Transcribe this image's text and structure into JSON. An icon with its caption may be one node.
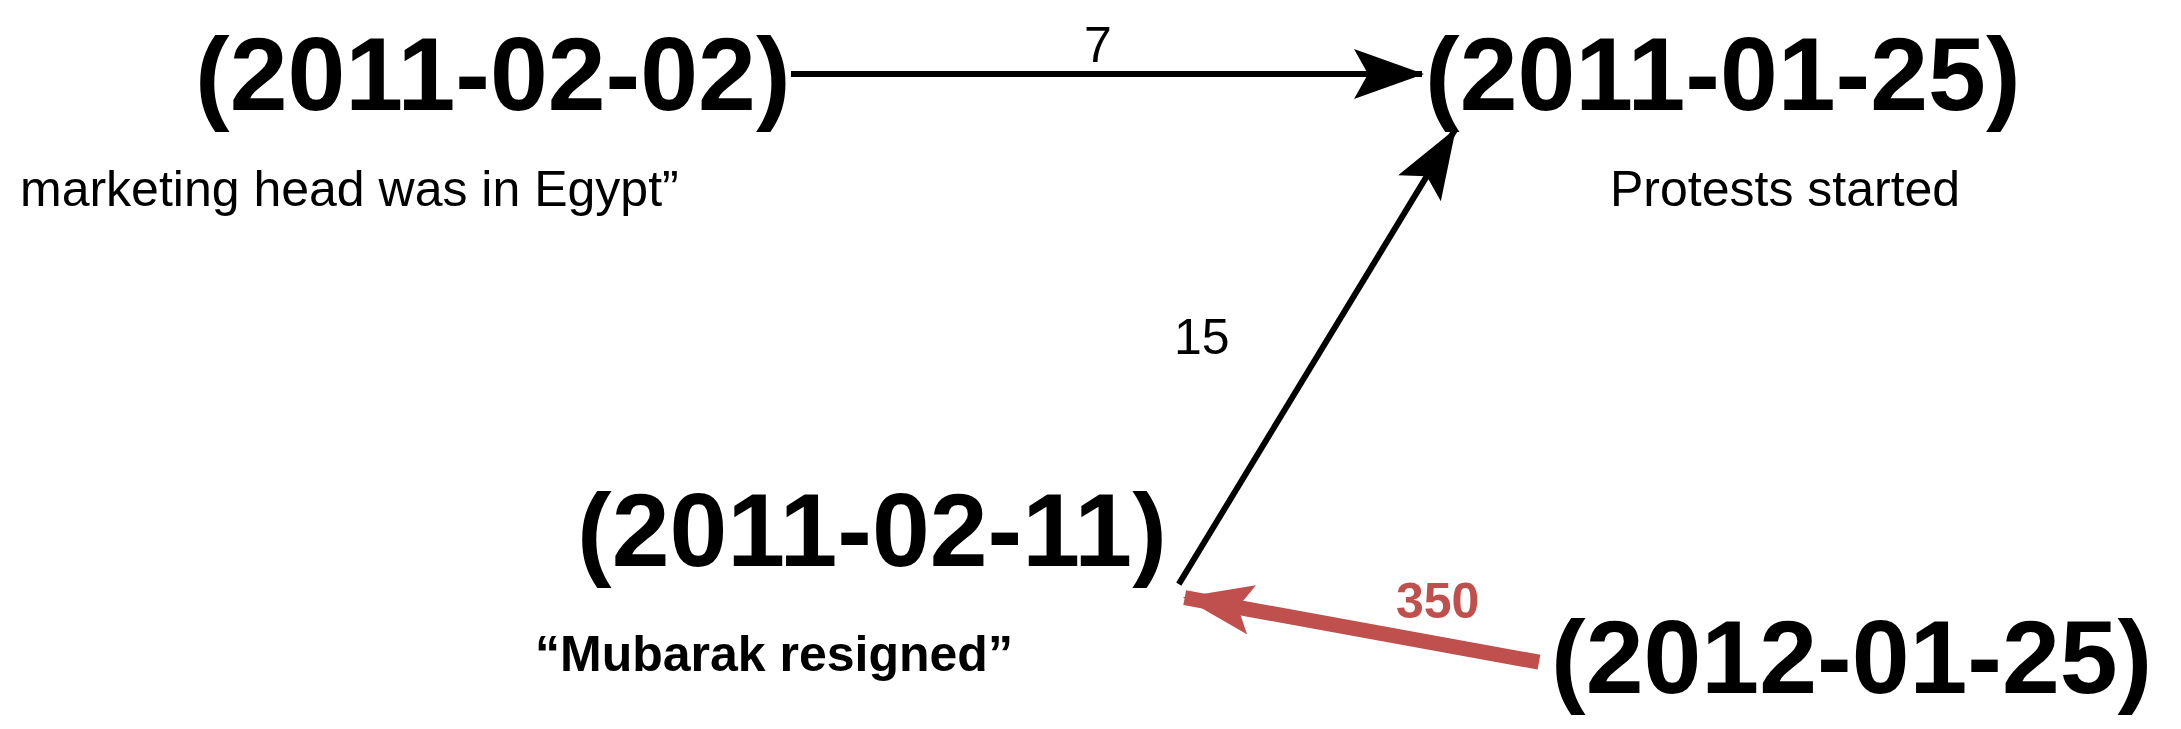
{
  "diagram": {
    "nodes": [
      {
        "text": [
          "(2011-02-02)"
        ],
        "beside": [
          "marketing head was in Egypt”"
        ]
      },
      {
        "text": [
          "(2011-01-25)"
        ],
        "beside": [
          "Protests started"
        ]
      },
      {
        "text": [
          "(2011-02-11)"
        ],
        "beside": [
          "“Mubarak resigned”"
        ]
      },
      {
        "text": [
          "(2012-01-25)"
        ]
      }
    ],
    "edges": [
      {
        "from": 0,
        "to": 1,
        "arrow": "to",
        "label": "7"
      },
      {
        "from": 2,
        "to": 1,
        "arrow": "to",
        "label": "15"
      },
      {
        "from": 3,
        "to": 2,
        "arrow": "to",
        "label": "350",
        "style": "thick",
        "color": "#c0504d"
      }
    ]
  }
}
